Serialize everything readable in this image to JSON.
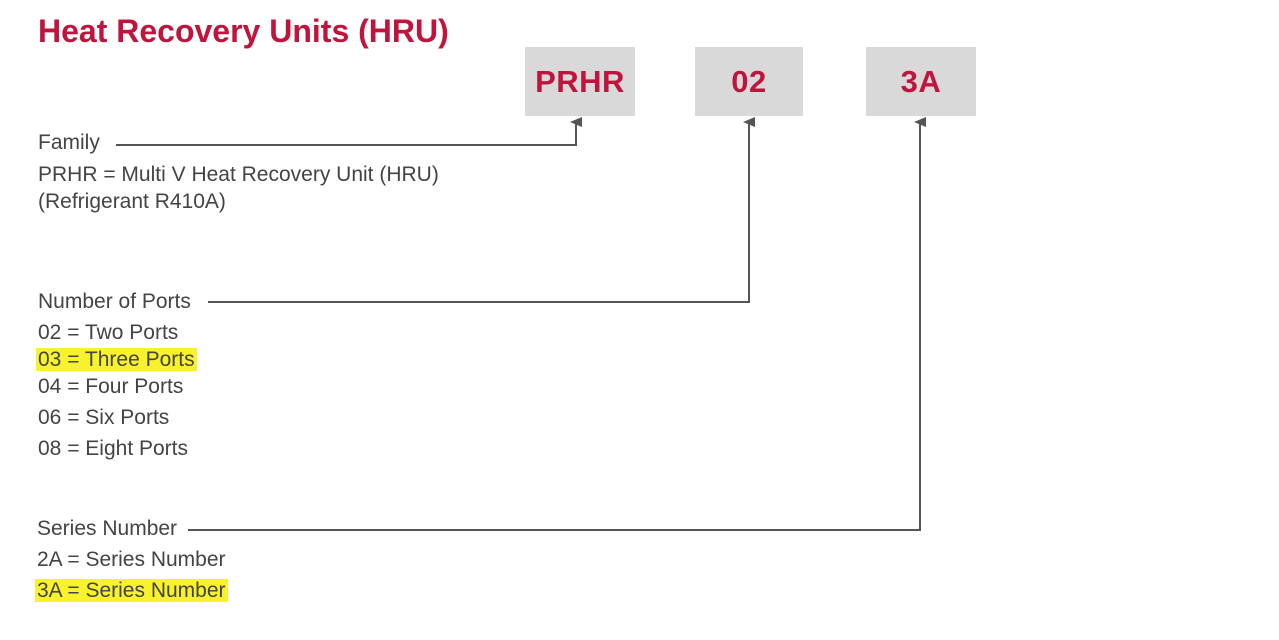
{
  "title": "Heat Recovery Units (HRU)",
  "code_boxes": {
    "family": "PRHR",
    "ports": "02",
    "series": "3A"
  },
  "family_section": {
    "label": "Family",
    "lines": [
      "PRHR = Multi V Heat Recovery Unit (HRU)",
      "(Refrigerant R410A)"
    ]
  },
  "ports_section": {
    "label": "Number of Ports",
    "options": [
      "02 = Two Ports",
      "03 = Three Ports",
      "04 = Four Ports",
      "06 = Six Ports",
      "08 = Eight Ports"
    ],
    "highlighted": "03 = Three Ports"
  },
  "series_section": {
    "label": "Series Number",
    "options": [
      "2A = Series Number",
      "3A = Series Number"
    ],
    "highlighted": "3A = Series Number"
  },
  "colors": {
    "accent": "#c0143c",
    "box_fill": "#d9d9d9",
    "text": "#444444",
    "connector": "#555555",
    "highlight": "#f8f22c"
  }
}
